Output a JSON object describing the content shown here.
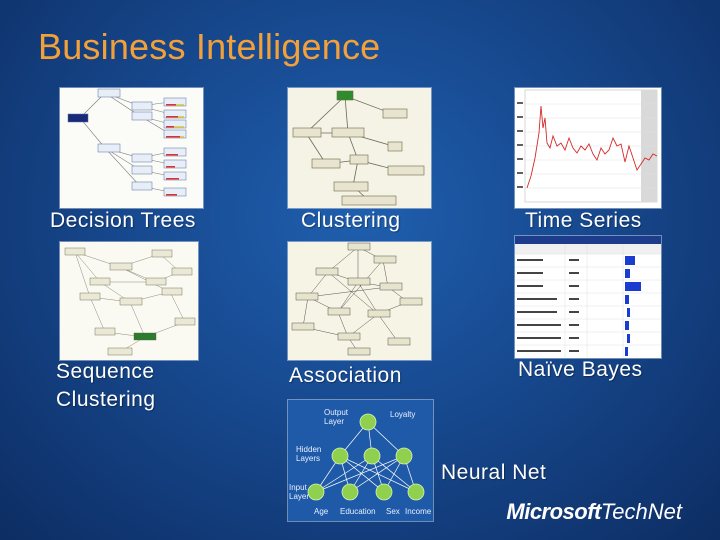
{
  "slide": {
    "title": "Business Intelligence"
  },
  "algorithms": [
    {
      "name": "Decision Trees",
      "icon": "decision-tree-thumbnail"
    },
    {
      "name": "Clustering",
      "icon": "clustering-thumbnail"
    },
    {
      "name": "Time Series",
      "icon": "time-series-chart-thumbnail"
    },
    {
      "name": "Sequence Clustering",
      "line1": "Sequence",
      "line2": "Clustering",
      "icon": "sequence-clustering-thumbnail"
    },
    {
      "name": "Association",
      "icon": "association-thumbnail"
    },
    {
      "name": "Naïve Bayes",
      "icon": "naive-bayes-thumbnail"
    },
    {
      "name": "Neural Net",
      "icon": "neural-net-thumbnail"
    }
  ],
  "neural_net": {
    "layers": [
      "Output Layer",
      "Hidden Layers",
      "Input Layer"
    ],
    "output_label": "Output",
    "output_label2": "Layer",
    "hidden_label": "Hidden",
    "hidden_label2": "Layers",
    "input_label": "Input",
    "input_label2": "Layer",
    "loyalty": "Loyalty",
    "inputs": [
      "Age",
      "Education",
      "Sex",
      "Income"
    ]
  },
  "footer": {
    "brand": "Microsoft",
    "product": "TechNet"
  },
  "colors": {
    "title": "#f2a03a",
    "background": "#17498f",
    "label": "#ffffff"
  }
}
